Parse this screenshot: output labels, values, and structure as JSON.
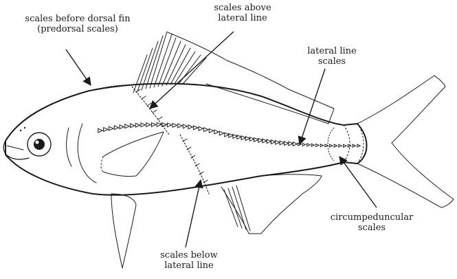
{
  "labels": {
    "predorsal": {
      "line1": "scales before dorsal fin",
      "line2": "(predorsal scales)"
    },
    "above": {
      "line1": "scales above",
      "line2": "lateral line"
    },
    "lateral": {
      "line1": "lateral line",
      "line2": "scales"
    },
    "circum": {
      "line1": "circumpeduncular",
      "line2": "scales"
    },
    "below": {
      "line1": "scales below",
      "line2": "lateral line"
    }
  },
  "colors": {
    "ink": "#1a1a1a",
    "background": "#ffffff"
  }
}
